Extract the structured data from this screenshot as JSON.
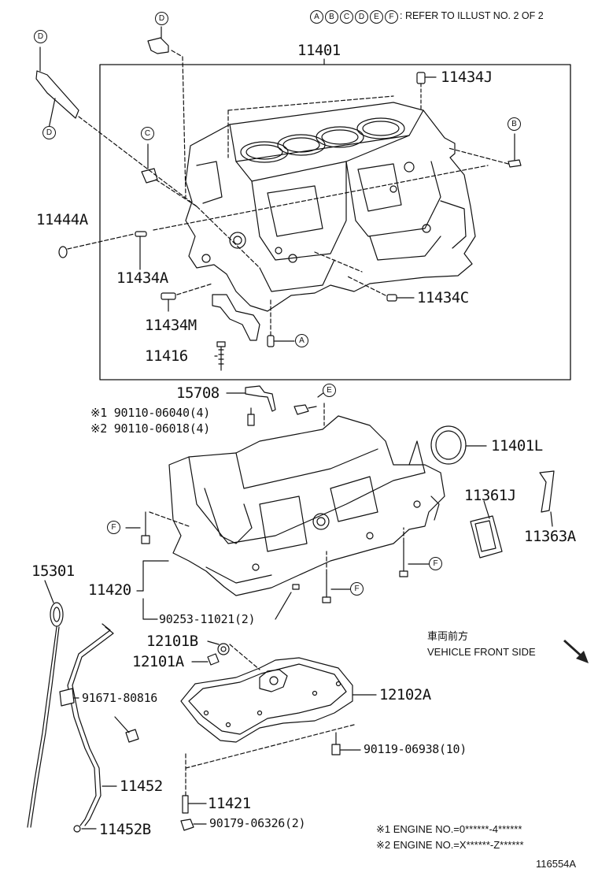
{
  "header": {
    "refer_letters": [
      "A",
      "B",
      "C",
      "D",
      "E",
      "F"
    ],
    "refer_text": ": REFER TO ILLUST NO. 2 OF 2"
  },
  "parts": {
    "p11401": "11401",
    "p11434J": "11434J",
    "p11444A": "11444A",
    "p11434A": "11434A",
    "p11434M": "11434M",
    "p11434C": "11434C",
    "p11416": "11416",
    "p15708": "15708",
    "p90110_06040": "※1 90110-06040(4)",
    "p90110_06018": "※2 90110-06018(4)",
    "p11401L": "11401L",
    "p11361J": "11361J",
    "p11363A": "11363A",
    "p15301": "15301",
    "p11420": "11420",
    "p90253": "90253-11021(2)",
    "p12101B": "12101B",
    "p12101A": "12101A",
    "p91671": "91671-80816",
    "p12102A": "12102A",
    "p90119": "90119-06938(10)",
    "p11452": "11452",
    "p11421": "11421",
    "p90179": "90179-06326(2)",
    "p11452B": "11452B"
  },
  "callouts": {
    "D_top": "D",
    "D_left_top": "D",
    "D_left_bottom": "D",
    "C": "C",
    "B": "B",
    "A": "A",
    "E": "E",
    "F_left": "F",
    "F_right": "F",
    "F_bottom": "F"
  },
  "direction": {
    "jp": "車両前方",
    "en": "VEHICLE FRONT SIDE"
  },
  "notes": {
    "n1": "※1 ENGINE NO.=0******-4******",
    "n2": "※2 ENGINE NO.=X******-Z******"
  },
  "figure_id": "116554A"
}
